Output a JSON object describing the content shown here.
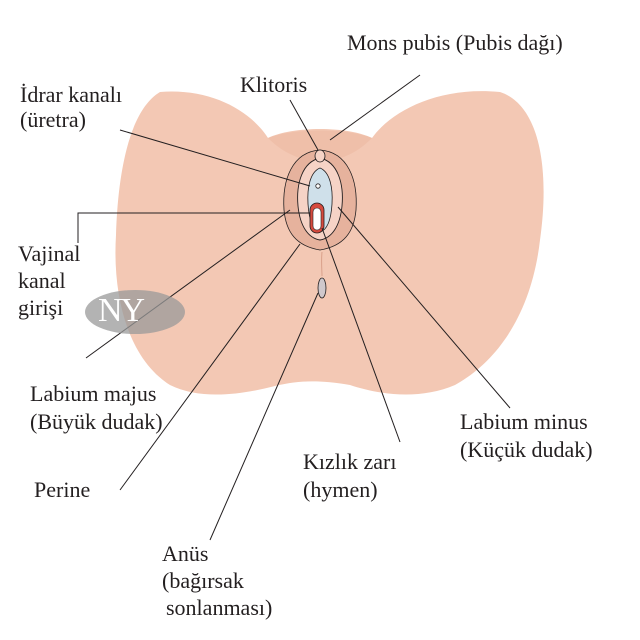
{
  "colors": {
    "skin": "#f3c8b4",
    "skin_shadow": "#e6b29d",
    "outline": "#231f20",
    "mucosa": "#f6d3c6",
    "hymen_red": "#d64a3e",
    "vestibule_blue": "#cfe0ea"
  },
  "labels": {
    "mons_pubis": "Mons pubis (Pubis dağı)",
    "klitoris": "Klitoris",
    "idrar_line1": "İdrar kanalı",
    "idrar_line2": "(üretra)",
    "vajinal_line1": "Vajinal",
    "vajinal_line2": "kanal",
    "vajinal_line3": "girişi",
    "labium_majus_line1": "Labium majus",
    "labium_majus_line2": "(Büyük dudak)",
    "labium_minus_line1": "Labium minus",
    "labium_minus_line2": "(Küçük dudak)",
    "kizlik_line1": "Kızlık zarı",
    "kizlik_line2": "(hymen)",
    "perine": "Perine",
    "anus_line1": "Anüs",
    "anus_line2": "(bağırsak",
    "anus_line3": "sonlanması)"
  },
  "watermark": "NY"
}
